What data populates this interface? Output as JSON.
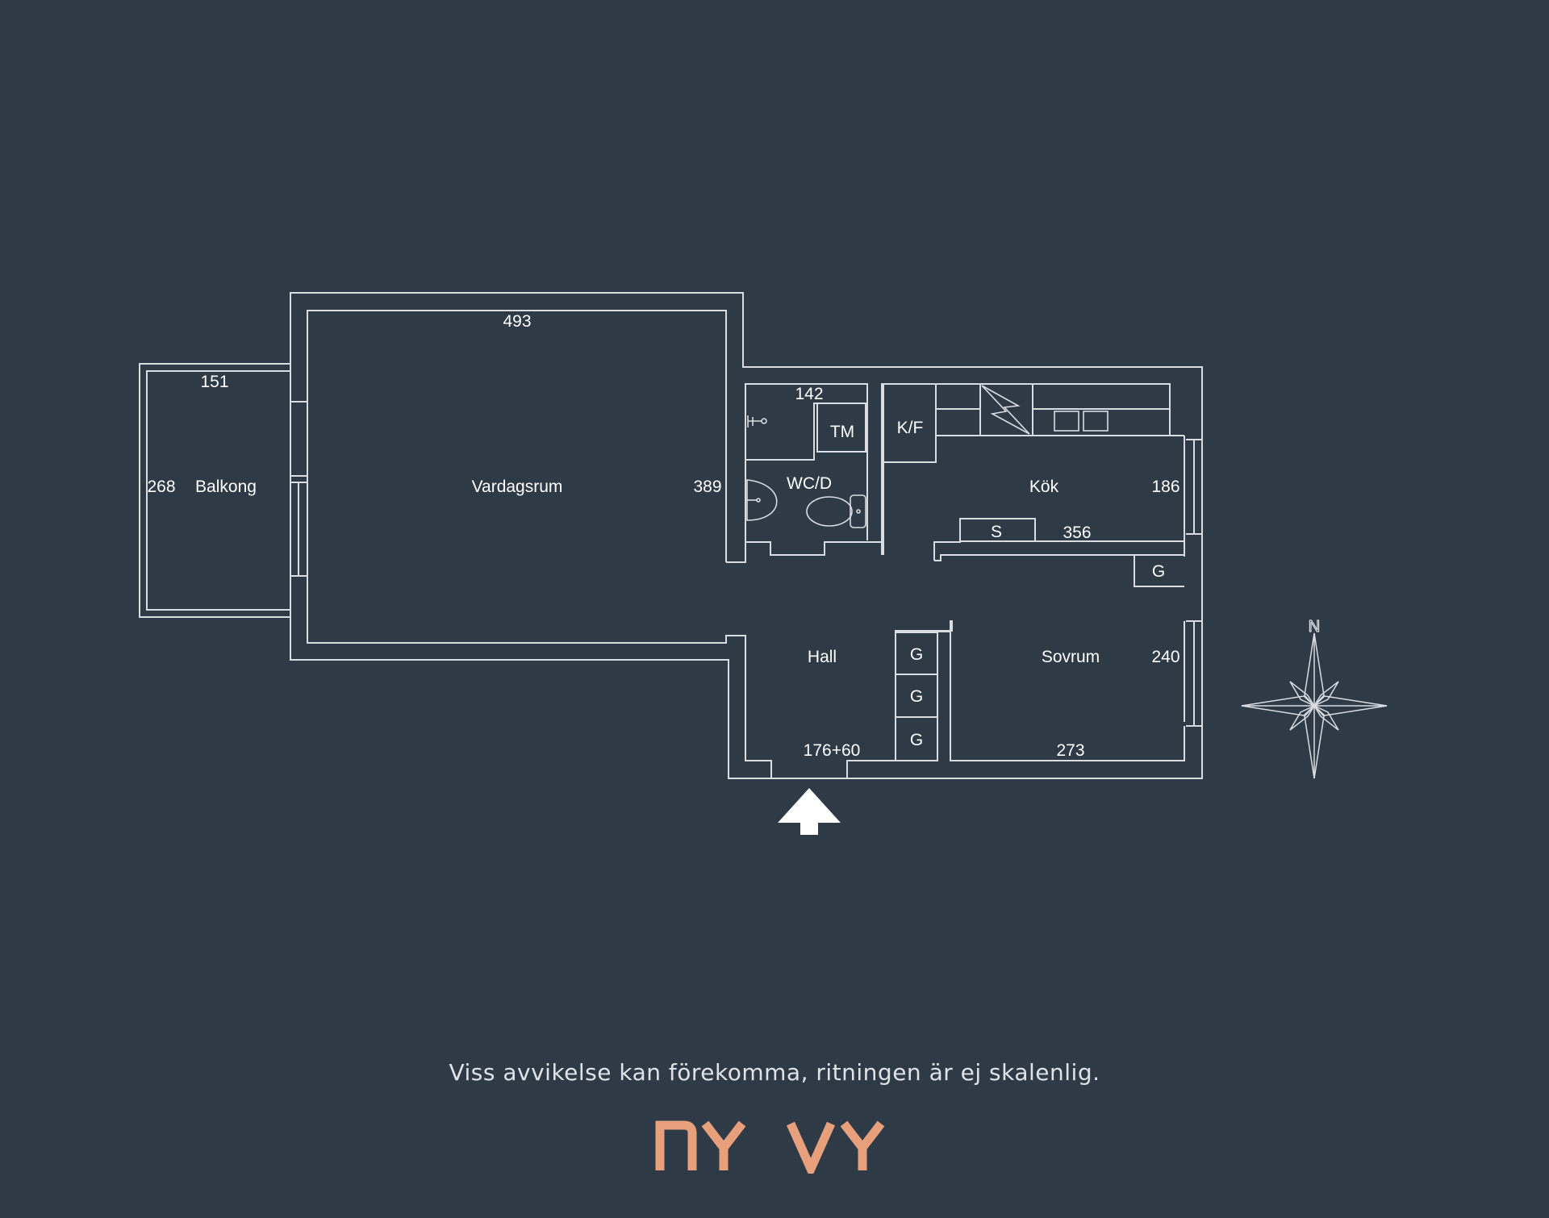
{
  "colors": {
    "background": "#2f3a47",
    "line": "#d9dde2",
    "text": "#ffffff",
    "brand": "#e8a07c"
  },
  "rooms": {
    "balkong": "Balkong",
    "vardagsrum": "Vardagsrum",
    "wc": "WC/D",
    "kok": "Kök",
    "hall": "Hall",
    "sovrum": "Sovrum"
  },
  "fixtures": {
    "tm": "TM",
    "kf": "K/F",
    "s": "S",
    "g": "G"
  },
  "dimensions": {
    "vardagsrum_width": "493",
    "balkong_width": "151",
    "balkong_depth": "268",
    "vardagsrum_depth": "389",
    "wc_width": "142",
    "kok_depth": "186",
    "kok_width": "356",
    "sovrum_depth": "240",
    "sovrum_width": "273",
    "hall_width": "176+60"
  },
  "compass": {
    "north": "N"
  },
  "entrance_icon": "up-arrow-icon",
  "disclaimer": "Viss avvikelse kan förekomma, ritningen är ej skalenlig.",
  "logo": {
    "text": "NY VY"
  }
}
